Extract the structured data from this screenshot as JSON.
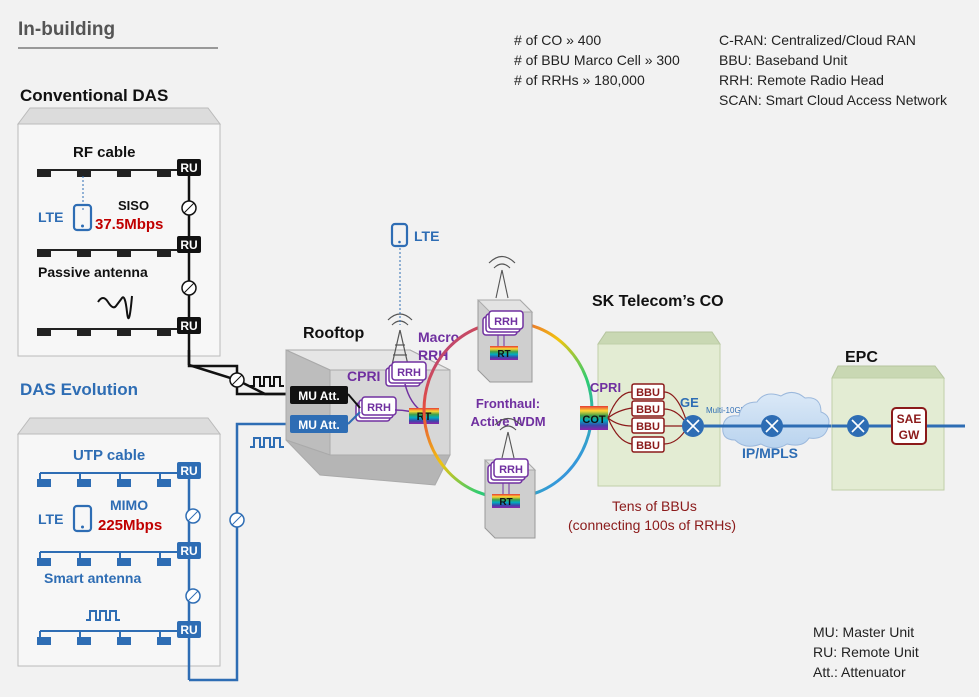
{
  "header": {
    "title": "In-building"
  },
  "stats": {
    "co": "# of CO » 400",
    "bbu": "# of BBU Marco Cell » 300",
    "rrh": "# of RRHs » 180,000"
  },
  "glossary": {
    "cran": "C-RAN: Centralized/Cloud RAN",
    "bbu": "BBU: Baseband Unit",
    "rrh": "RRH: Remote Radio Head",
    "scan": "SCAN: Smart Cloud Access Network"
  },
  "legend": {
    "mu": "MU: Master Unit",
    "ru": "RU: Remote Unit",
    "att": "Att.: Attenuator"
  },
  "conventional": {
    "title": "Conventional DAS",
    "rf_cable": "RF cable",
    "lte": "LTE",
    "siso": "SISO",
    "speed": "37.5Mbps",
    "passive": "Passive antenna",
    "ru": "RU"
  },
  "evolution": {
    "title": "DAS Evolution",
    "utp": "UTP cable",
    "lte": "LTE",
    "mimo": "MIMO",
    "speed": "225Mbps",
    "smart": "Smart antenna",
    "ru": "RU"
  },
  "rooftop": {
    "title": "Rooftop",
    "macro": "Macro",
    "rrh_label": "RRH",
    "cpri": "CPRI",
    "mu_att": "MU Att.",
    "rrh": "RRH",
    "rt": "RT",
    "lte": "LTE"
  },
  "fronthaul": {
    "line1": "Fronthaul:",
    "line2": "Active WDM"
  },
  "co": {
    "title": "SK Telecom’s CO",
    "cpri": "CPRI",
    "cot": "COT",
    "bbu": "BBU",
    "ge": "GE",
    "multi": "Multi-10GE",
    "tens": "Tens of BBUs",
    "connecting": "(connecting 100s of RRHs)"
  },
  "ipmpls": "IP/MPLS",
  "epc": {
    "title": "EPC",
    "sae": "SAE",
    "gw": "GW"
  },
  "colors": {
    "blue": "#2e6db4",
    "purple": "#7030a0",
    "darkred": "#8b1a1a",
    "red": "#c00000"
  }
}
